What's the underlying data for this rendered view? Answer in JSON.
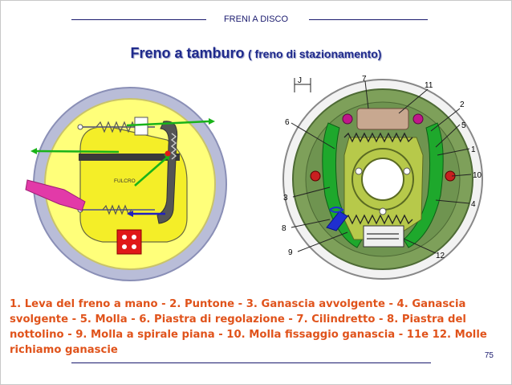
{
  "header": {
    "title": "FRENI A DISCO"
  },
  "slide_title": {
    "main": "Freno a tamburo",
    "sub": "( freno di stazionamento)"
  },
  "left_figure": {
    "label": "FULCRO"
  },
  "right_figure": {
    "callouts": [
      "J",
      "7",
      "11",
      "2",
      "6",
      "5",
      "1",
      "10",
      "3",
      "4",
      "8",
      "9",
      "12"
    ]
  },
  "caption": "1. Leva del freno a mano - 2. Puntone - 3. Ganascia avvolgente - 4. Ganascia svolgente - 5. Molla - 6. Piastra di regolazione - 7. Cilindretto - 8. Piastra del nottolino - 9. Molla a spirale piana - 10. Molla fissaggio ganascia - 11e 12. Molle richiamo ganascie",
  "page_number": "75"
}
